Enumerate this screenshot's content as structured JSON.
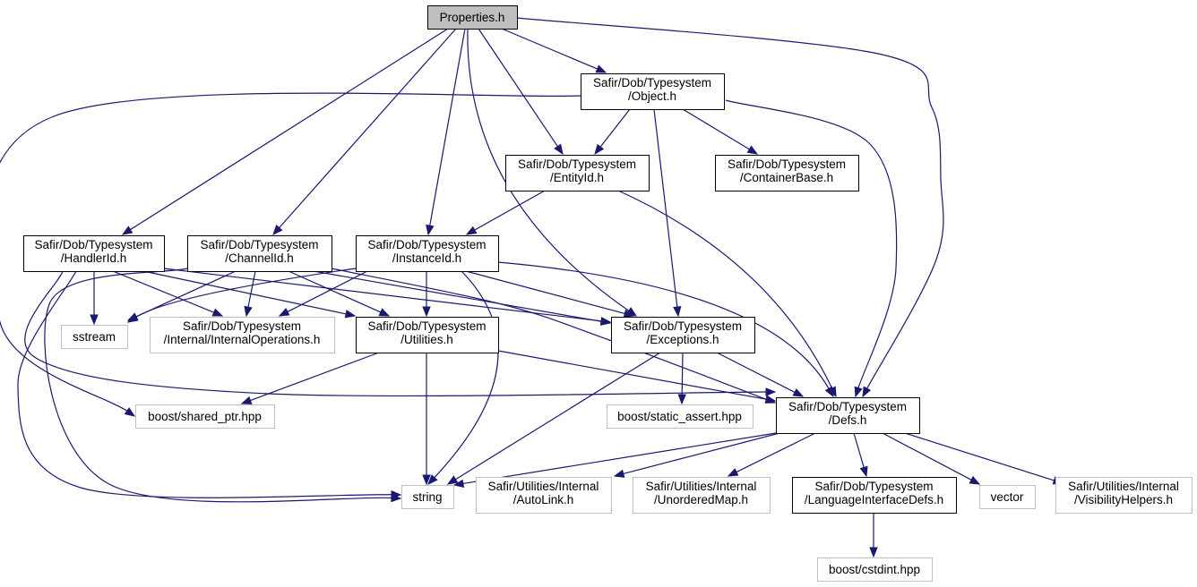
{
  "colors": {
    "edge": "#191970",
    "local_border": "#000000",
    "external_border": "#bfbfbf",
    "root_fill": "#bfbfbf",
    "node_fill": "#ffffff"
  },
  "nodes": {
    "properties": {
      "lines": [
        "Properties.h"
      ],
      "kind": "root"
    },
    "object": {
      "lines": [
        "Safir/Dob/Typesystem",
        "/Object.h"
      ],
      "kind": "local"
    },
    "entityid": {
      "lines": [
        "Safir/Dob/Typesystem",
        "/EntityId.h"
      ],
      "kind": "local"
    },
    "containerbase": {
      "lines": [
        "Safir/Dob/Typesystem",
        "/ContainerBase.h"
      ],
      "kind": "local"
    },
    "handlerid": {
      "lines": [
        "Safir/Dob/Typesystem",
        "/HandlerId.h"
      ],
      "kind": "local"
    },
    "channelid": {
      "lines": [
        "Safir/Dob/Typesystem",
        "/ChannelId.h"
      ],
      "kind": "local"
    },
    "instanceid": {
      "lines": [
        "Safir/Dob/Typesystem",
        "/InstanceId.h"
      ],
      "kind": "local"
    },
    "sstream": {
      "lines": [
        "sstream"
      ],
      "kind": "external"
    },
    "internalops": {
      "lines": [
        "Safir/Dob/Typesystem",
        "/Internal/InternalOperations.h"
      ],
      "kind": "external"
    },
    "utilities": {
      "lines": [
        "Safir/Dob/Typesystem",
        "/Utilities.h"
      ],
      "kind": "local"
    },
    "exceptions": {
      "lines": [
        "Safir/Dob/Typesystem",
        "/Exceptions.h"
      ],
      "kind": "local"
    },
    "shared_ptr": {
      "lines": [
        "boost/shared_ptr.hpp"
      ],
      "kind": "external"
    },
    "static_assert": {
      "lines": [
        "boost/static_assert.hpp"
      ],
      "kind": "external"
    },
    "defs": {
      "lines": [
        "Safir/Dob/Typesystem",
        "/Defs.h"
      ],
      "kind": "local"
    },
    "string": {
      "lines": [
        "string"
      ],
      "kind": "external"
    },
    "autolink": {
      "lines": [
        "Safir/Utilities/Internal",
        "/AutoLink.h"
      ],
      "kind": "external"
    },
    "unorderedmap": {
      "lines": [
        "Safir/Utilities/Internal",
        "/UnorderedMap.h"
      ],
      "kind": "external"
    },
    "langdefs": {
      "lines": [
        "Safir/Dob/Typesystem",
        "/LanguageInterfaceDefs.h"
      ],
      "kind": "local"
    },
    "vector": {
      "lines": [
        "vector"
      ],
      "kind": "external"
    },
    "visibility": {
      "lines": [
        "Safir/Utilities/Internal",
        "/VisibilityHelpers.h"
      ],
      "kind": "external"
    },
    "cstdint": {
      "lines": [
        "boost/cstdint.hpp"
      ],
      "kind": "external"
    }
  },
  "edges": [
    [
      "properties",
      "object"
    ],
    [
      "properties",
      "entityid"
    ],
    [
      "properties",
      "handlerid"
    ],
    [
      "properties",
      "channelid"
    ],
    [
      "properties",
      "instanceid"
    ],
    [
      "properties",
      "exceptions"
    ],
    [
      "properties",
      "defs"
    ],
    [
      "object",
      "entityid"
    ],
    [
      "object",
      "containerbase"
    ],
    [
      "object",
      "exceptions"
    ],
    [
      "object",
      "defs"
    ],
    [
      "object",
      "shared_ptr"
    ],
    [
      "entityid",
      "instanceid"
    ],
    [
      "entityid",
      "defs"
    ],
    [
      "handlerid",
      "sstream"
    ],
    [
      "handlerid",
      "internalops"
    ],
    [
      "handlerid",
      "utilities"
    ],
    [
      "handlerid",
      "exceptions"
    ],
    [
      "handlerid",
      "string"
    ],
    [
      "handlerid",
      "defs"
    ],
    [
      "channelid",
      "sstream"
    ],
    [
      "channelid",
      "internalops"
    ],
    [
      "channelid",
      "utilities"
    ],
    [
      "channelid",
      "exceptions"
    ],
    [
      "channelid",
      "string"
    ],
    [
      "channelid",
      "defs"
    ],
    [
      "instanceid",
      "sstream"
    ],
    [
      "instanceid",
      "internalops"
    ],
    [
      "instanceid",
      "utilities"
    ],
    [
      "instanceid",
      "exceptions"
    ],
    [
      "instanceid",
      "string"
    ],
    [
      "instanceid",
      "defs"
    ],
    [
      "utilities",
      "shared_ptr"
    ],
    [
      "utilities",
      "string"
    ],
    [
      "utilities",
      "defs"
    ],
    [
      "exceptions",
      "static_assert"
    ],
    [
      "exceptions",
      "string"
    ],
    [
      "exceptions",
      "defs"
    ],
    [
      "defs",
      "string"
    ],
    [
      "defs",
      "autolink"
    ],
    [
      "defs",
      "unorderedmap"
    ],
    [
      "defs",
      "langdefs"
    ],
    [
      "defs",
      "vector"
    ],
    [
      "defs",
      "visibility"
    ],
    [
      "langdefs",
      "cstdint"
    ]
  ]
}
